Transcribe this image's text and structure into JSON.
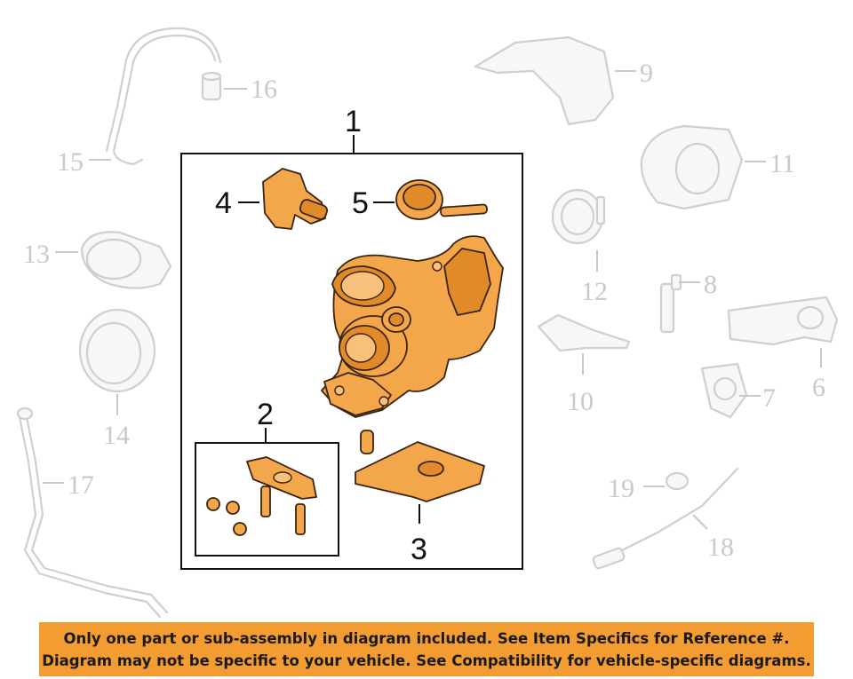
{
  "callouts": {
    "c1": "1",
    "c2": "2",
    "c3": "3",
    "c4": "4",
    "c5": "5",
    "c6": "6",
    "c7": "7",
    "c8": "8",
    "c9": "9",
    "c10": "10",
    "c11": "11",
    "c12": "12",
    "c13": "13",
    "c14": "14",
    "c15": "15",
    "c16": "16",
    "c17": "17",
    "c18": "18",
    "c19": "19"
  },
  "banner": {
    "line1": "Only one part or sub-assembly in diagram included. See Item Specifics for Reference #.",
    "line2": "Diagram may not be specific to your vehicle. See Compatibility for vehicle-specific diagrams."
  },
  "colors": {
    "highlight": "#f4a64a",
    "banner": "#f39c32",
    "ghost": "#cfcfcf"
  }
}
